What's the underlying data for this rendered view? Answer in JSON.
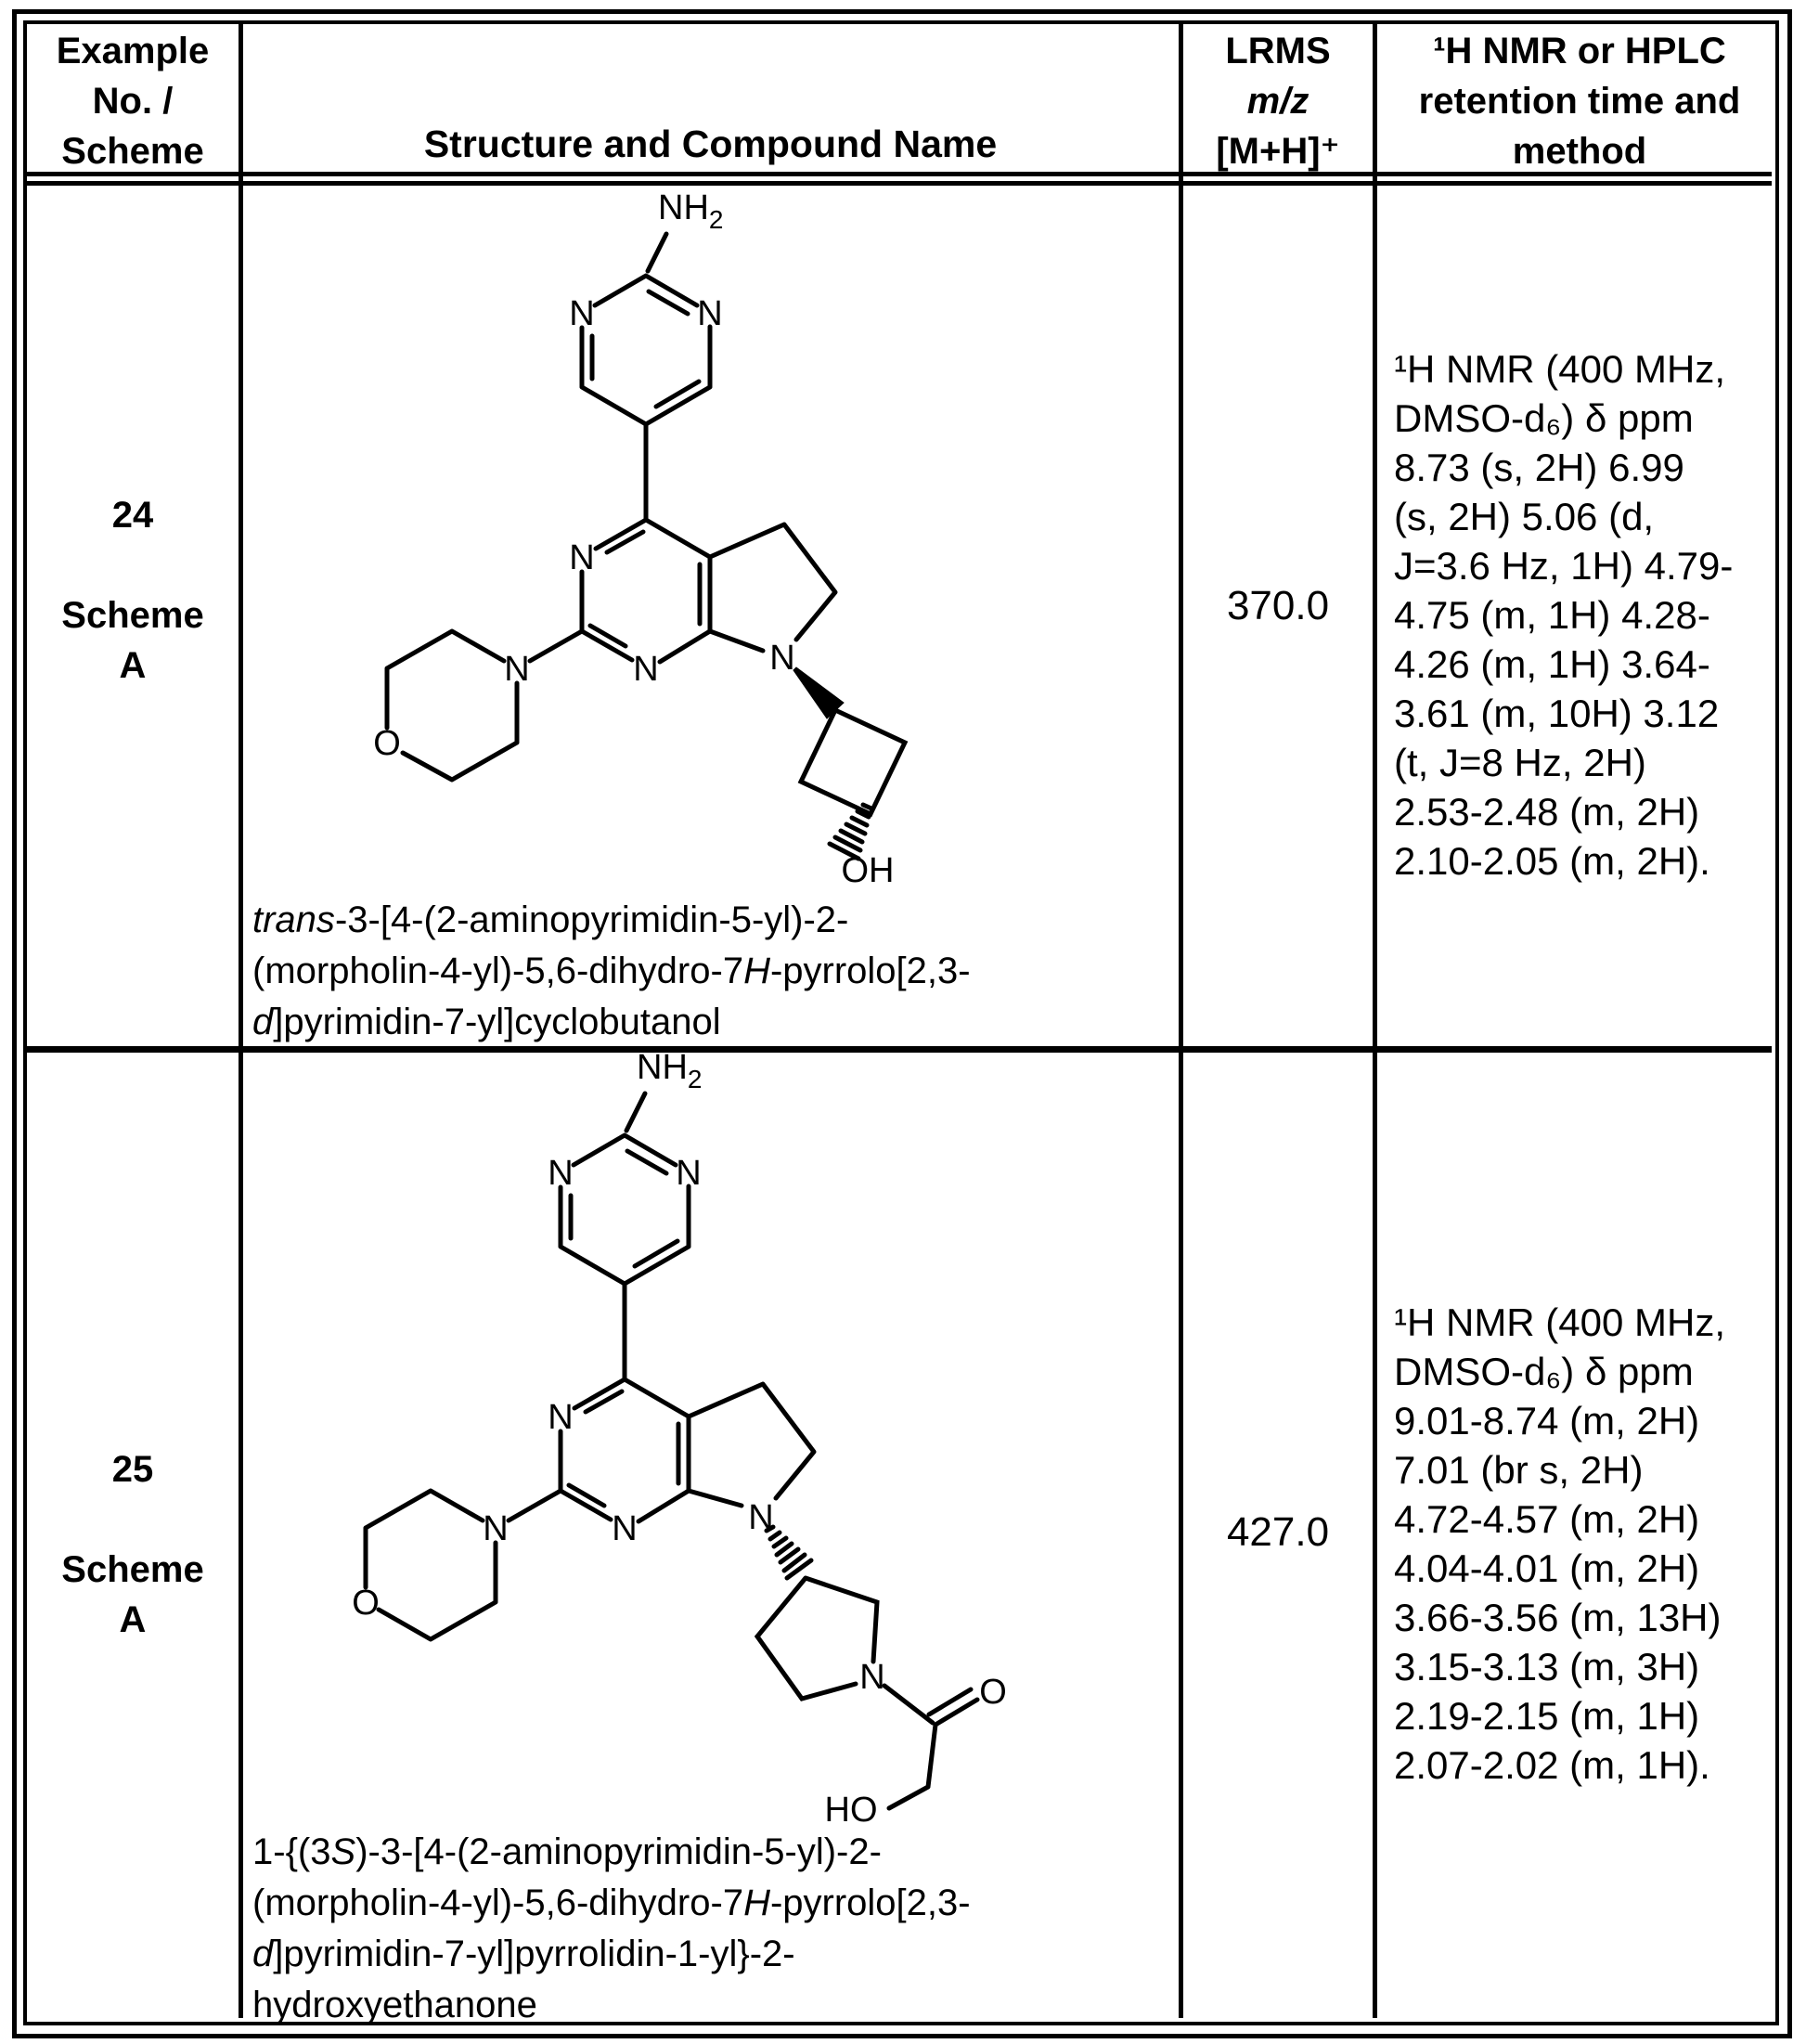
{
  "header": {
    "col1_lines": [
      "Example",
      "No. /",
      "Scheme"
    ],
    "col2": "Structure and Compound Name",
    "col3_lines": [
      [
        {
          "t": "LRMS",
          "i": false
        }
      ],
      [
        {
          "t": "m/z",
          "i": true
        }
      ],
      [
        {
          "t": "[M+H]⁺",
          "i": false
        }
      ]
    ],
    "col4_lines": [
      "¹H NMR or HPLC",
      "retention time and",
      "method"
    ]
  },
  "rows": [
    {
      "id_lines": [
        "24",
        "",
        "Scheme",
        "A"
      ],
      "lrms": "370.0",
      "nmr_lines": [
        "¹H NMR (400 MHz,",
        "DMSO-d₆) δ ppm",
        "8.73 (s, 2H) 6.99",
        "(s, 2H) 5.06 (d,",
        "J=3.6 Hz, 1H) 4.79-",
        "4.75 (m, 1H) 4.28-",
        "4.26 (m, 1H) 3.64-",
        "3.61 (m, 10H) 3.12",
        "(t, J=8 Hz, 2H)",
        "2.53-2.48 (m, 2H)",
        "2.10-2.05 (m, 2H)."
      ],
      "name_lines": [
        [
          {
            "t": "trans",
            "i": true
          },
          {
            "t": "-3-[4-(2-aminopyrimidin-5-yl)-2-",
            "i": false
          }
        ],
        [
          {
            "t": "(morpholin-4-yl)-5,6-dihydro-7",
            "i": false
          },
          {
            "t": "H",
            "i": true
          },
          {
            "t": "-pyrrolo[2,3-",
            "i": false
          }
        ],
        [
          {
            "t": "d",
            "i": true
          },
          {
            "t": "]pyrimidin-7-yl]cyclobutanol",
            "i": false
          }
        ]
      ]
    },
    {
      "id_lines": [
        "25",
        "",
        "Scheme",
        "A"
      ],
      "lrms": "427.0",
      "nmr_lines": [
        "¹H NMR (400 MHz,",
        "DMSO-d₆) δ ppm",
        "9.01-8.74 (m, 2H)",
        "7.01 (br s, 2H)",
        "4.72-4.57 (m, 2H)",
        "4.04-4.01 (m, 2H)",
        "3.66-3.56 (m, 13H)",
        "3.15-3.13 (m, 3H)",
        "2.19-2.15 (m, 1H)",
        "2.07-2.02 (m, 1H)."
      ],
      "name_lines": [
        [
          {
            "t": "1-{(3",
            "i": false
          },
          {
            "t": "S",
            "i": true
          },
          {
            "t": ")-3-[4-(2-aminopyrimidin-5-yl)-2-",
            "i": false
          }
        ],
        [
          {
            "t": "(morpholin-4-yl)-5,6-dihydro-7",
            "i": false
          },
          {
            "t": "H",
            "i": true
          },
          {
            "t": "-pyrrolo[2,3-",
            "i": false
          }
        ],
        [
          {
            "t": "d",
            "i": true
          },
          {
            "t": "]pyrimidin-7-yl]pyrrolidin-1-yl}-2-",
            "i": false
          }
        ],
        [
          {
            "t": "hydroxyethanone",
            "i": false
          }
        ]
      ]
    }
  ],
  "atom_labels": {
    "nh": "NH",
    "nh_sub": "2",
    "n": "N",
    "o": "O",
    "oh": "OH",
    "ho": "HO"
  }
}
